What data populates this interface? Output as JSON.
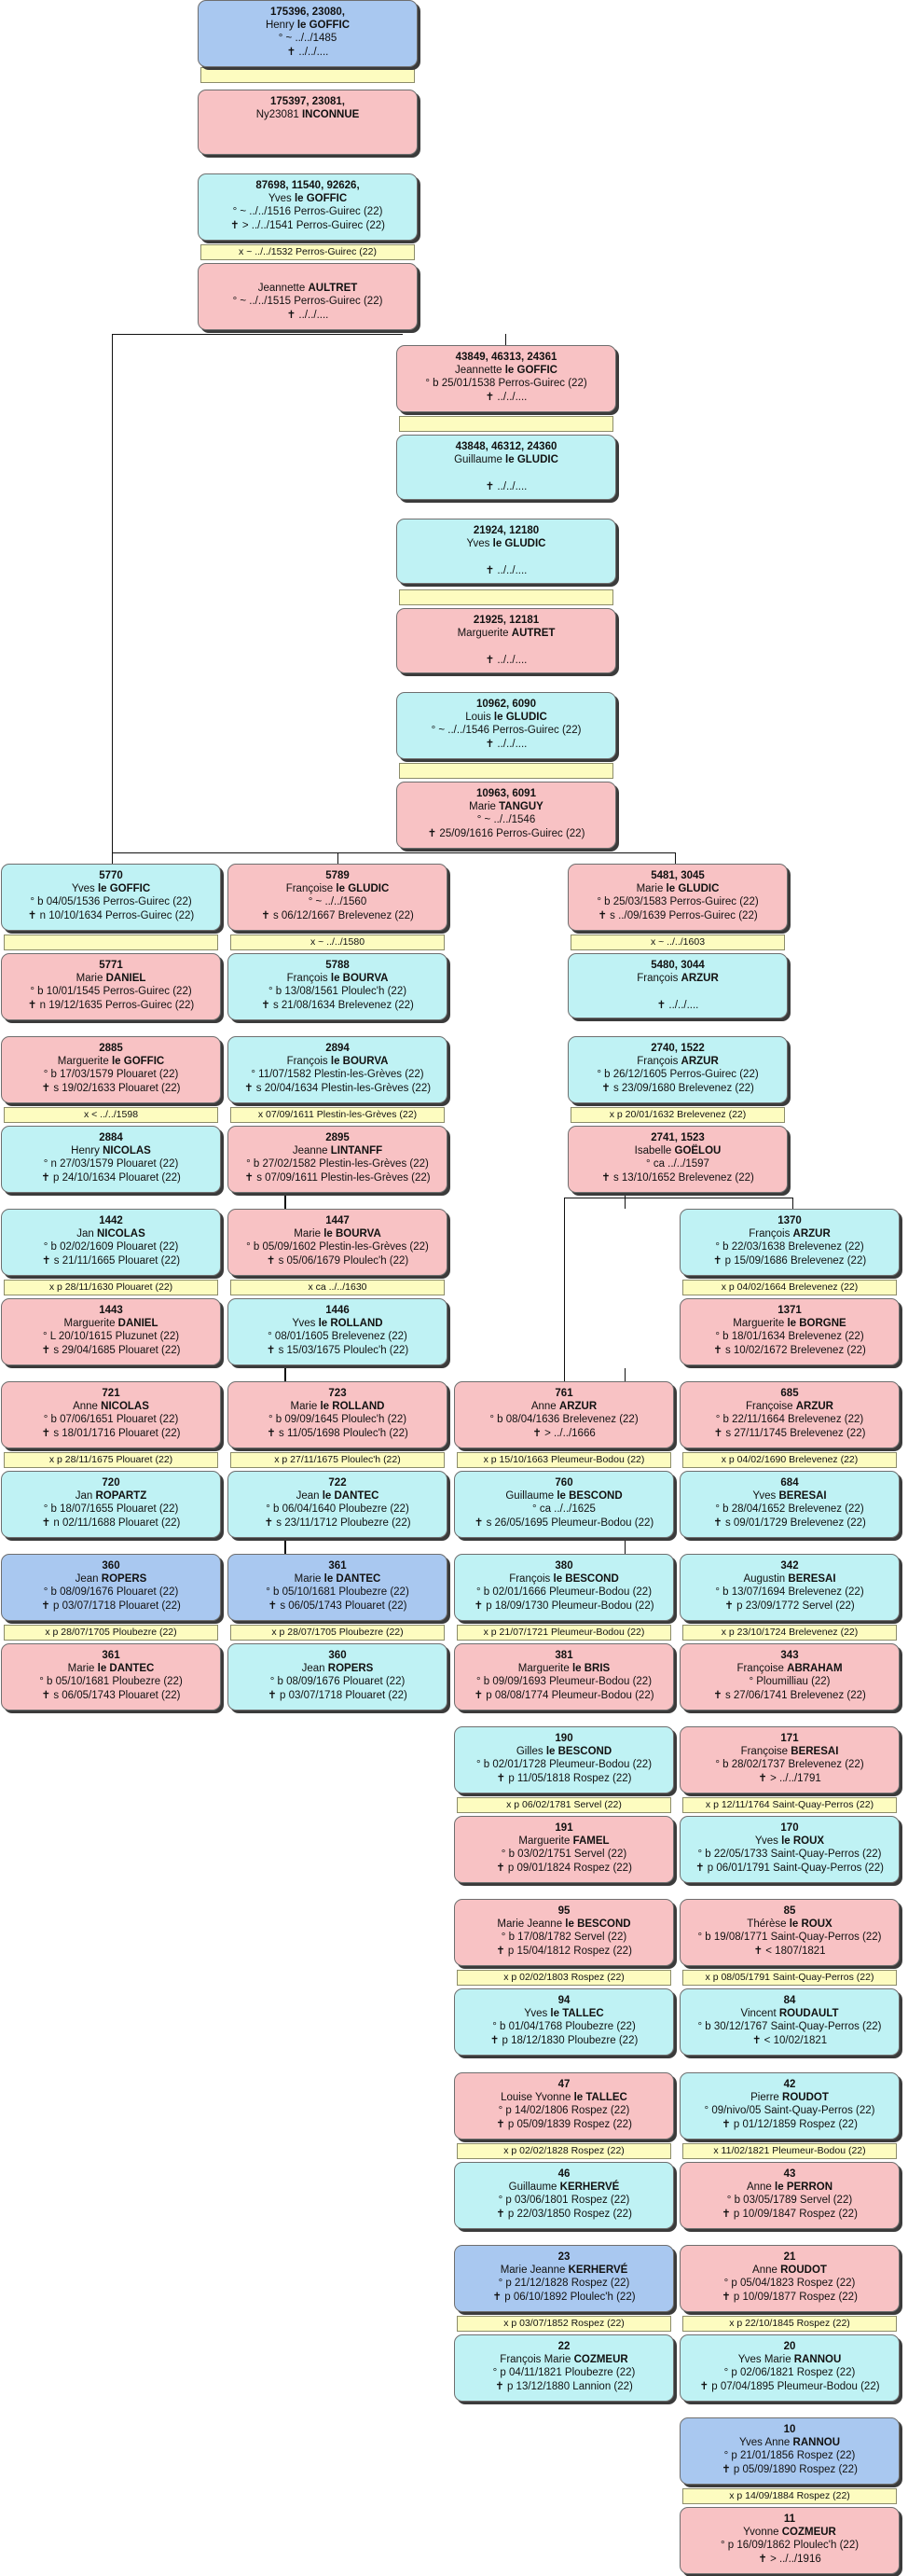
{
  "colors": {
    "male": "#bff2f4",
    "female": "#f8c2c4",
    "direct": "#a9c8f0",
    "marriage": "#fdfcc0",
    "line": "#111111"
  },
  "boxes": [
    {
      "id": "b1",
      "sex": "d",
      "col": "top",
      "sosa": "175396, 23080,",
      "given": "Henry",
      "surname": "le GOFFIC",
      "lines": [
        "° ~ ../../1485",
        "✝ ../../...."
      ]
    },
    {
      "id": "b2",
      "sex": "f",
      "col": "top",
      "sosa": "175397, 23081,",
      "given": "Ny23081",
      "surname": "INCONNUE",
      "lines": []
    },
    {
      "id": "b3",
      "sex": "m",
      "col": "top",
      "sosa": "87698, 11540, 92626,",
      "given": "Yves",
      "surname": "le GOFFIC",
      "lines": [
        "° ~ ../../1516 Perros-Guirec (22)",
        "✝ > ../../1541 Perros-Guirec (22)"
      ]
    },
    {
      "id": "b4",
      "sex": "f",
      "col": "top",
      "sosa": "",
      "given": "Jeannette",
      "surname": "AULTRET",
      "lines": [
        "° ~ ../../1515 Perros-Guirec (22)",
        "✝ ../../...."
      ]
    },
    {
      "id": "b5",
      "sex": "f",
      "col": "mid",
      "sosa": "43849, 46313, 24361",
      "given": "Jeannette",
      "surname": "le GOFFIC",
      "lines": [
        "° b 25/01/1538 Perros-Guirec (22)",
        "✝ ../../...."
      ]
    },
    {
      "id": "b6",
      "sex": "m",
      "col": "mid",
      "sosa": "43848, 46312, 24360",
      "given": "Guillaume",
      "surname": "le GLUDIC",
      "lines": [
        "",
        "✝ ../../...."
      ]
    },
    {
      "id": "b7",
      "sex": "m",
      "col": "mid",
      "sosa": "21924, 12180",
      "given": "Yves",
      "surname": "le GLUDIC",
      "lines": [
        "",
        "✝ ../../...."
      ]
    },
    {
      "id": "b8",
      "sex": "f",
      "col": "mid",
      "sosa": "21925, 12181",
      "given": "Marguerite",
      "surname": "AUTRET",
      "lines": [
        "",
        "✝ ../../...."
      ]
    },
    {
      "id": "b9",
      "sex": "m",
      "col": "mid",
      "sosa": "10962, 6090",
      "given": "Louis",
      "surname": "le GLUDIC",
      "lines": [
        "° ~ ../../1546 Perros-Guirec (22)",
        "✝ ../../...."
      ]
    },
    {
      "id": "b10",
      "sex": "f",
      "col": "mid",
      "sosa": "10963, 6091",
      "given": "Marie",
      "surname": "TANGUY",
      "lines": [
        "° ~ ../../1546",
        "✝ 25/09/1616 Perros-Guirec (22)"
      ]
    },
    {
      "id": "c1",
      "sex": "m",
      "col": "A",
      "sosa": "5770",
      "given": "Yves",
      "surname": "le GOFFIC",
      "lines": [
        "° b 04/05/1536 Perros-Guirec (22)",
        "✝ n 10/10/1634 Perros-Guirec (22)"
      ]
    },
    {
      "id": "c2",
      "sex": "f",
      "col": "A",
      "sosa": "5771",
      "given": "Marie",
      "surname": "DANIEL",
      "lines": [
        "° b 10/01/1545 Perros-Guirec (22)",
        "✝ n 19/12/1635 Perros-Guirec (22)"
      ]
    },
    {
      "id": "c3",
      "sex": "f",
      "col": "A",
      "sosa": "2885",
      "given": "Marguerite",
      "surname": "le GOFFIC",
      "lines": [
        "° b 17/03/1579 Plouaret (22)",
        "✝ s 19/02/1633 Plouaret (22)"
      ]
    },
    {
      "id": "c4",
      "sex": "m",
      "col": "A",
      "sosa": "2884",
      "given": "Henry",
      "surname": "NICOLAS",
      "lines": [
        "° n 27/03/1579 Plouaret (22)",
        "✝ p 24/10/1634 Plouaret (22)"
      ]
    },
    {
      "id": "c5",
      "sex": "m",
      "col": "A",
      "sosa": "1442",
      "given": "Jan",
      "surname": "NICOLAS",
      "lines": [
        "° b 02/02/1609 Plouaret (22)",
        "✝ s 21/11/1665 Plouaret (22)"
      ]
    },
    {
      "id": "c6",
      "sex": "f",
      "col": "A",
      "sosa": "1443",
      "given": "Marguerite",
      "surname": "DANIEL",
      "lines": [
        "° L 20/10/1615 Pluzunet (22)",
        "✝ s 29/04/1685 Plouaret (22)"
      ]
    },
    {
      "id": "c7",
      "sex": "f",
      "col": "A",
      "sosa": "721",
      "given": "Anne",
      "surname": "NICOLAS",
      "lines": [
        "° b 07/06/1651 Plouaret (22)",
        "✝ s 18/01/1716 Plouaret (22)"
      ]
    },
    {
      "id": "c8",
      "sex": "m",
      "col": "A",
      "sosa": "720",
      "given": "Jan",
      "surname": "ROPARTZ",
      "lines": [
        "° b 18/07/1655 Plouaret (22)",
        "✝ n 02/11/1688 Plouaret (22)"
      ]
    },
    {
      "id": "c9",
      "sex": "d",
      "col": "A",
      "sosa": "360",
      "given": "Jean",
      "surname": "ROPERS",
      "lines": [
        "° b 08/09/1676 Plouaret (22)",
        "✝ p 03/07/1718 Plouaret (22)"
      ]
    },
    {
      "id": "c10",
      "sex": "f",
      "col": "A",
      "sosa": "361",
      "given": "Marie",
      "surname": "le DANTEC",
      "lines": [
        "° b 05/10/1681 Ploubezre (22)",
        "✝ s 06/05/1743 Plouaret (22)"
      ]
    },
    {
      "id": "d1",
      "sex": "f",
      "col": "B",
      "sosa": "5789",
      "given": "Françoise",
      "surname": "le GLUDIC",
      "lines": [
        "° ~ ../../1560",
        "✝ s 06/12/1667 Brelevenez (22)"
      ]
    },
    {
      "id": "d2",
      "sex": "m",
      "col": "B",
      "sosa": "5788",
      "given": "François",
      "surname": "le BOURVA",
      "lines": [
        "° b 13/08/1561 Ploulec'h (22)",
        "✝ s 21/08/1634 Brelevenez (22)"
      ]
    },
    {
      "id": "d3",
      "sex": "m",
      "col": "B",
      "sosa": "2894",
      "given": "François",
      "surname": "le BOURVA",
      "lines": [
        "° 11/07/1582 Plestin-les-Grèves (22)",
        "✝ s 20/04/1634 Plestin-les-Grèves (22)"
      ]
    },
    {
      "id": "d4",
      "sex": "f",
      "col": "B",
      "sosa": "2895",
      "given": "Jeanne",
      "surname": "LINTANFF",
      "lines": [
        "° b 27/02/1582 Plestin-les-Grèves (22)",
        "✝ s 07/09/1611 Plestin-les-Grèves (22)"
      ]
    },
    {
      "id": "d5",
      "sex": "f",
      "col": "B",
      "sosa": "1447",
      "given": "Marie",
      "surname": "le BOURVA",
      "lines": [
        "° b 05/09/1602 Plestin-les-Grèves (22)",
        "✝ s 05/06/1679 Ploulec'h (22)"
      ]
    },
    {
      "id": "d6",
      "sex": "m",
      "col": "B",
      "sosa": "1446",
      "given": "Yves",
      "surname": "le ROLLAND",
      "lines": [
        "° 08/01/1605 Brelevenez (22)",
        "✝ s 15/03/1675 Ploulec'h (22)"
      ]
    },
    {
      "id": "d7",
      "sex": "f",
      "col": "B",
      "sosa": "723",
      "given": "Marie",
      "surname": "le ROLLAND",
      "lines": [
        "° b 09/09/1645 Ploulec'h (22)",
        "✝ s 11/05/1698 Ploulec'h (22)"
      ]
    },
    {
      "id": "d8",
      "sex": "m",
      "col": "B",
      "sosa": "722",
      "given": "Jean",
      "surname": "le DANTEC",
      "lines": [
        "° b 06/04/1640 Ploubezre (22)",
        "✝ s 23/11/1712 Ploubezre (22)"
      ]
    },
    {
      "id": "d9",
      "sex": "d",
      "col": "B",
      "sosa": "361",
      "given": "Marie",
      "surname": "le DANTEC",
      "lines": [
        "° b 05/10/1681 Ploubezre (22)",
        "✝ s 06/05/1743 Plouaret (22)"
      ]
    },
    {
      "id": "d10",
      "sex": "m",
      "col": "B",
      "sosa": "360",
      "given": "Jean",
      "surname": "ROPERS",
      "lines": [
        "° b 08/09/1676 Plouaret (22)",
        "✝ p 03/07/1718 Plouaret (22)"
      ]
    },
    {
      "id": "e1",
      "sex": "f",
      "col": "C",
      "sosa": "5481, 3045",
      "given": "Marie",
      "surname": "le GLUDIC",
      "lines": [
        "° b 25/03/1583 Perros-Guirec (22)",
        "✝ s ../09/1639 Perros-Guirec (22)"
      ]
    },
    {
      "id": "e2",
      "sex": "m",
      "col": "C",
      "sosa": "5480, 3044",
      "given": "François",
      "surname": "ARZUR",
      "lines": [
        "",
        "✝ ../../...."
      ]
    },
    {
      "id": "e3",
      "sex": "m",
      "col": "C",
      "sosa": "2740, 1522",
      "given": "François",
      "surname": "ARZUR",
      "lines": [
        "° b 26/12/1605 Perros-Guirec (22)",
        "✝ s 23/09/1680 Brelevenez (22)"
      ]
    },
    {
      "id": "e4",
      "sex": "f",
      "col": "C",
      "sosa": "2741, 1523",
      "given": "Isabelle",
      "surname": "GOËLOU",
      "lines": [
        "° ca ../../1597",
        "✝ s 13/10/1652 Brelevenez (22)"
      ]
    },
    {
      "id": "g1",
      "sex": "f",
      "col": "D",
      "sosa": "761",
      "given": "Anne",
      "surname": "ARZUR",
      "lines": [
        "° b 08/04/1636 Brelevenez (22)",
        "✝ > ../../1666"
      ]
    },
    {
      "id": "g2",
      "sex": "m",
      "col": "D",
      "sosa": "760",
      "given": "Guillaume",
      "surname": "le BESCOND",
      "lines": [
        "° ca ../../1625",
        "✝ s 26/05/1695 Pleumeur-Bodou (22)"
      ]
    },
    {
      "id": "g3",
      "sex": "m",
      "col": "D",
      "sosa": "380",
      "given": "François",
      "surname": "le BESCOND",
      "lines": [
        "° b 02/01/1666 Pleumeur-Bodou (22)",
        "✝ p 18/09/1730 Pleumeur-Bodou (22)"
      ]
    },
    {
      "id": "g4",
      "sex": "f",
      "col": "D",
      "sosa": "381",
      "given": "Marguerite",
      "surname": "le BRIS",
      "lines": [
        "° b 09/09/1693 Pleumeur-Bodou (22)",
        "✝ p 08/08/1774 Pleumeur-Bodou (22)"
      ]
    },
    {
      "id": "g5",
      "sex": "m",
      "col": "D",
      "sosa": "190",
      "given": "Gilles",
      "surname": "le BESCOND",
      "lines": [
        "° b 02/01/1728 Pleumeur-Bodou (22)",
        "✝ p 11/05/1818 Rospez (22)"
      ]
    },
    {
      "id": "g6",
      "sex": "f",
      "col": "D",
      "sosa": "191",
      "given": "Marguerite",
      "surname": "FAMEL",
      "lines": [
        "° b 03/02/1751 Servel (22)",
        "✝ p 09/01/1824 Rospez (22)"
      ]
    },
    {
      "id": "g7",
      "sex": "f",
      "col": "D",
      "sosa": "95",
      "given": "Marie Jeanne",
      "surname": "le BESCOND",
      "lines": [
        "° b 17/08/1782 Servel (22)",
        "✝ p 15/04/1812 Rospez (22)"
      ]
    },
    {
      "id": "g8",
      "sex": "m",
      "col": "D",
      "sosa": "94",
      "given": "Yves",
      "surname": "le TALLEC",
      "lines": [
        "° b 01/04/1768 Ploubezre (22)",
        "✝ p 18/12/1830 Ploubezre (22)"
      ]
    },
    {
      "id": "g9",
      "sex": "f",
      "col": "D",
      "sosa": "47",
      "given": "Louise Yvonne",
      "surname": "le TALLEC",
      "lines": [
        "° p 14/02/1806 Rospez (22)",
        "✝ p 05/09/1839 Rospez (22)"
      ]
    },
    {
      "id": "g10",
      "sex": "m",
      "col": "D",
      "sosa": "46",
      "given": "Guillaume",
      "surname": "KERHERVÉ",
      "lines": [
        "° p 03/06/1801 Rospez (22)",
        "✝ p 22/03/1850 Rospez (22)"
      ]
    },
    {
      "id": "g11",
      "sex": "d",
      "col": "D",
      "sosa": "23",
      "given": "Marie Jeanne",
      "surname": "KERHERVÉ",
      "lines": [
        "° p 21/12/1828 Rospez (22)",
        "✝ p 06/10/1892 Ploulec'h (22)"
      ]
    },
    {
      "id": "g12",
      "sex": "m",
      "col": "D",
      "sosa": "22",
      "given": "François Marie",
      "surname": "COZMEUR",
      "lines": [
        "° p 04/11/1821 Ploubezre (22)",
        "✝ p 13/12/1880 Lannion (22)"
      ]
    },
    {
      "id": "h1",
      "sex": "m",
      "col": "E",
      "sosa": "1370",
      "given": "François",
      "surname": "ARZUR",
      "lines": [
        "° b 22/03/1638 Brelevenez (22)",
        "✝ p 15/09/1686 Brelevenez (22)"
      ]
    },
    {
      "id": "h2",
      "sex": "f",
      "col": "E",
      "sosa": "1371",
      "given": "Marguerite",
      "surname": "le BORGNE",
      "lines": [
        "° b 18/01/1634 Brelevenez (22)",
        "✝ s 10/02/1672 Brelevenez (22)"
      ]
    },
    {
      "id": "h3",
      "sex": "f",
      "col": "E",
      "sosa": "685",
      "given": "Françoise",
      "surname": "ARZUR",
      "lines": [
        "° b 22/11/1664 Brelevenez (22)",
        "✝ s 27/11/1745 Brelevenez (22)"
      ]
    },
    {
      "id": "h4",
      "sex": "m",
      "col": "E",
      "sosa": "684",
      "given": "Yves",
      "surname": "BERESAI",
      "lines": [
        "° b 28/04/1652 Brelevenez (22)",
        "✝ s 09/01/1729 Brelevenez (22)"
      ]
    },
    {
      "id": "h5",
      "sex": "m",
      "col": "E",
      "sosa": "342",
      "given": "Augustin",
      "surname": "BERESAI",
      "lines": [
        "° b 13/07/1694 Brelevenez (22)",
        "✝ p 23/09/1772 Servel (22)"
      ]
    },
    {
      "id": "h6",
      "sex": "f",
      "col": "E",
      "sosa": "343",
      "given": "Françoise",
      "surname": "ABRAHAM",
      "lines": [
        "° Ploumilliau (22)",
        "✝ s 27/06/1741 Brelevenez (22)"
      ]
    },
    {
      "id": "h7",
      "sex": "f",
      "col": "E",
      "sosa": "171",
      "given": "Françoise",
      "surname": "BERESAI",
      "lines": [
        "° b 28/02/1737 Brelevenez (22)",
        "✝ > ../../1791"
      ]
    },
    {
      "id": "h8",
      "sex": "m",
      "col": "E",
      "sosa": "170",
      "given": "Yves",
      "surname": "le ROUX",
      "lines": [
        "° b 22/05/1733 Saint-Quay-Perros (22)",
        "✝ p 06/01/1791 Saint-Quay-Perros (22)"
      ]
    },
    {
      "id": "h9",
      "sex": "f",
      "col": "E",
      "sosa": "85",
      "given": "Thérèse",
      "surname": "le ROUX",
      "lines": [
        "° b 19/08/1771 Saint-Quay-Perros (22)",
        "✝ < 1807/1821"
      ]
    },
    {
      "id": "h10",
      "sex": "m",
      "col": "E",
      "sosa": "84",
      "given": "Vincent",
      "surname": "ROUDAULT",
      "lines": [
        "° b 30/12/1767 Saint-Quay-Perros (22)",
        "✝ < 10/02/1821"
      ]
    },
    {
      "id": "h11",
      "sex": "m",
      "col": "E",
      "sosa": "42",
      "given": "Pierre",
      "surname": "ROUDOT",
      "lines": [
        "° 09/nivo/05 Saint-Quay-Perros (22)",
        "✝ p 01/12/1859 Rospez (22)"
      ]
    },
    {
      "id": "h12",
      "sex": "f",
      "col": "E",
      "sosa": "43",
      "given": "Anne",
      "surname": "le PERRON",
      "lines": [
        "° b 03/05/1789 Servel (22)",
        "✝ p 10/09/1847 Rospez (22)"
      ]
    },
    {
      "id": "h13",
      "sex": "f",
      "col": "E",
      "sosa": "21",
      "given": "Anne",
      "surname": "ROUDOT",
      "lines": [
        "° p 05/04/1823 Rospez (22)",
        "✝ p 10/09/1877 Rospez (22)"
      ]
    },
    {
      "id": "h14",
      "sex": "m",
      "col": "E",
      "sosa": "20",
      "given": "Yves Marie",
      "surname": "RANNOU",
      "lines": [
        "° p 02/06/1821 Rospez (22)",
        "✝ p 07/04/1895 Pleumeur-Bodou (22)"
      ]
    },
    {
      "id": "h15",
      "sex": "d",
      "col": "E",
      "sosa": "10",
      "given": "Yves Anne",
      "surname": "RANNOU",
      "lines": [
        "° p 21/01/1856 Rospez (22)",
        "✝ p 05/09/1890 Rospez (22)"
      ]
    },
    {
      "id": "h16",
      "sex": "f",
      "col": "E",
      "sosa": "11",
      "given": "Yvonne",
      "surname": "COZMEUR",
      "lines": [
        "° p 16/09/1862 Ploulec'h (22)",
        "✝ > ../../1916"
      ]
    }
  ],
  "marriages": [
    {
      "id": "m1",
      "text": ""
    },
    {
      "id": "m2",
      "text": "x ~ ../../1532 Perros-Guirec (22)"
    },
    {
      "id": "m3",
      "text": ""
    },
    {
      "id": "m4",
      "text": ""
    },
    {
      "id": "m5",
      "text": ""
    },
    {
      "id": "mA1",
      "text": ""
    },
    {
      "id": "mA2",
      "text": "x < ../../1598"
    },
    {
      "id": "mA3",
      "text": "x p 28/11/1630 Plouaret (22)"
    },
    {
      "id": "mA4",
      "text": "x p 28/11/1675 Plouaret (22)"
    },
    {
      "id": "mA5",
      "text": "x p 28/07/1705 Ploubezre (22)"
    },
    {
      "id": "mB1",
      "text": "x ~ ../../1580"
    },
    {
      "id": "mB2",
      "text": "x 07/09/1611 Plestin-les-Grèves (22)"
    },
    {
      "id": "mB3",
      "text": "x ca ../../1630"
    },
    {
      "id": "mB4",
      "text": "x p 27/11/1675 Ploulec'h (22)"
    },
    {
      "id": "mB5",
      "text": "x p 28/07/1705 Ploubezre (22)"
    },
    {
      "id": "mC1",
      "text": "x ~ ../../1603"
    },
    {
      "id": "mC2",
      "text": "x p 20/01/1632 Brelevenez (22)"
    },
    {
      "id": "mD1",
      "text": "x p 15/10/1663 Pleumeur-Bodou (22)"
    },
    {
      "id": "mD2",
      "text": "x p 21/07/1721 Pleumeur-Bodou (22)"
    },
    {
      "id": "mD3",
      "text": "x p 06/02/1781 Servel (22)"
    },
    {
      "id": "mD4",
      "text": "x p 02/02/1803 Rospez (22)"
    },
    {
      "id": "mD5",
      "text": "x p 02/02/1828 Rospez (22)"
    },
    {
      "id": "mD6",
      "text": "x p 03/07/1852 Rospez (22)"
    },
    {
      "id": "mE1",
      "text": "x p 04/02/1664 Brelevenez (22)"
    },
    {
      "id": "mE2",
      "text": "x p 04/02/1690 Brelevenez (22)"
    },
    {
      "id": "mE3",
      "text": "x p 23/10/1724 Brelevenez (22)"
    },
    {
      "id": "mE4",
      "text": "x p 12/11/1764 Saint-Quay-Perros (22)"
    },
    {
      "id": "mE5",
      "text": "x p 08/05/1791 Saint-Quay-Perros (22)"
    },
    {
      "id": "mE6",
      "text": "x 11/02/1821 Pleumeur-Bodou (22)"
    },
    {
      "id": "mE7",
      "text": "x p 22/10/1845 Rospez (22)"
    },
    {
      "id": "mE8",
      "text": "x p 14/09/1884 Rospez (22)"
    }
  ]
}
